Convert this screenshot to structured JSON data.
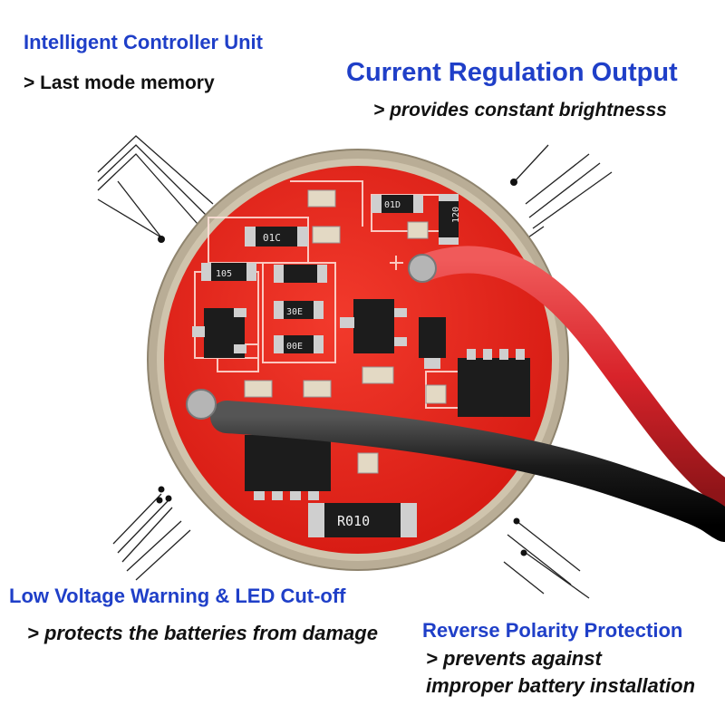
{
  "features": {
    "intelligent_controller": {
      "title": "Intelligent Controller Unit",
      "description": "> Last mode memory"
    },
    "current_regulation": {
      "title": "Current Regulation Output",
      "description": "> provides constant brightnesss"
    },
    "low_voltage": {
      "title": "Low Voltage Warning & LED Cut-off",
      "description": "> protects the batteries from damage"
    },
    "reverse_polarity": {
      "title": "Reverse Polarity Protection",
      "description_line1": "> prevents against",
      "description_line2": "improper battery installation"
    }
  },
  "board": {
    "component_labels": [
      "R010",
      "120",
      "01C",
      "01D",
      "105",
      "30E",
      "00E"
    ],
    "colors": {
      "pcb": "#e8231c",
      "rim": "#b9ad96",
      "red_wire": "#d8232a",
      "black_wire": "#1a1a1a",
      "title_blue": "#1f3fc8"
    }
  }
}
